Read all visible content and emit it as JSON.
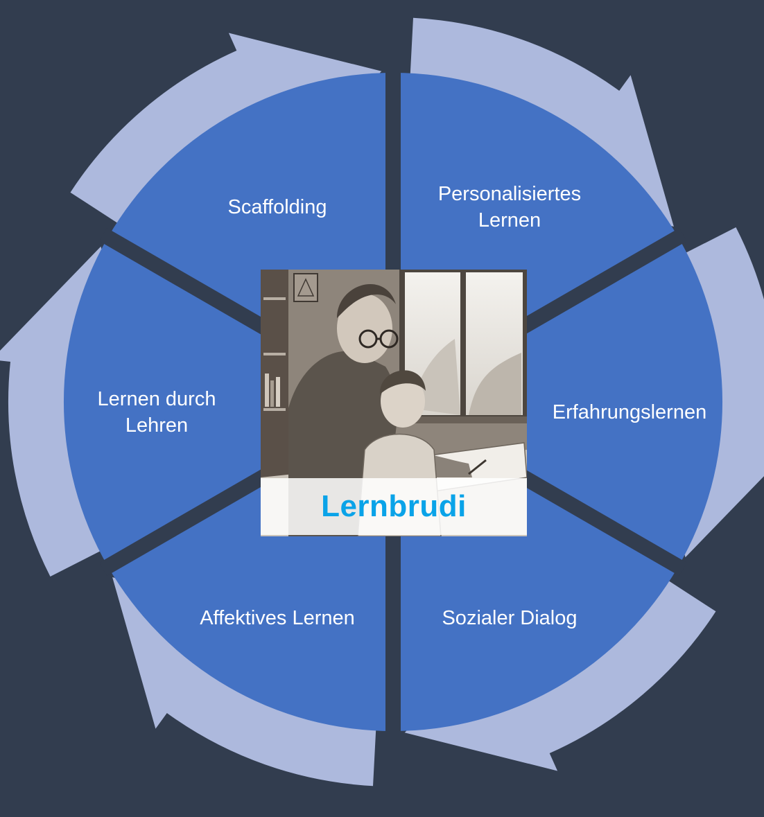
{
  "diagram": {
    "segments": [
      {
        "id": "scaffolding",
        "lines": [
          "Scaffolding"
        ]
      },
      {
        "id": "personalisiertes-lernen",
        "lines": [
          "Personalisiertes",
          "Lernen"
        ]
      },
      {
        "id": "erfahrungslernen",
        "lines": [
          "Erfahrungslernen"
        ]
      },
      {
        "id": "sozialer-dialog",
        "lines": [
          "Sozialer Dialog"
        ]
      },
      {
        "id": "affektives-lernen",
        "lines": [
          "Affektives Lernen"
        ]
      },
      {
        "id": "lernen-durch-lehren",
        "lines": [
          "Lernen durch",
          "Lehren"
        ]
      }
    ],
    "center": {
      "label": "Lernbrudi",
      "image": "sketch of an older boy with glasses helping a younger boy study at a desk by a window"
    }
  },
  "colors": {
    "background": "#323d4f",
    "segment_fill": "#4472c4",
    "arrow_fill": "#adb9dd",
    "label_text": "#ffffff",
    "logo_text": "#0aa3e8"
  }
}
